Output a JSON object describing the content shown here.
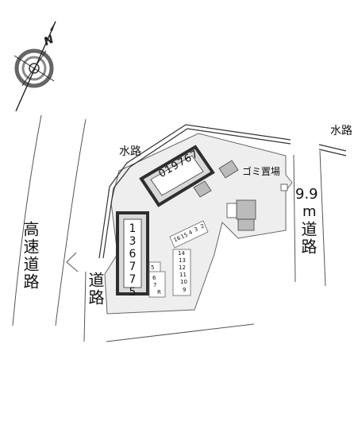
{
  "compass": {
    "north_letter": "N"
  },
  "labels": {
    "expressway": "高速道路",
    "road_west": "道路",
    "road_east_width": "9.9",
    "road_east_unit": "m",
    "road_east_name": "道路",
    "waterway_left": "水路",
    "waterway_right": "水路",
    "garbage": "ゴミ置場"
  },
  "buildings": {
    "north_building_number": "019767",
    "west_building_number": "136775"
  },
  "parking": {
    "slots_upper": [
      "16",
      "15",
      "4",
      "3",
      "2"
    ],
    "slots_middle": [
      "14",
      "13",
      "12",
      "11",
      "10",
      "9"
    ],
    "slots_left": [
      "5",
      "6",
      "7",
      "R"
    ]
  },
  "colors": {
    "site_fill": "#eeeeee",
    "outline": "#555555",
    "building_wall": "#3a3a3a",
    "waterway": "#333333"
  }
}
